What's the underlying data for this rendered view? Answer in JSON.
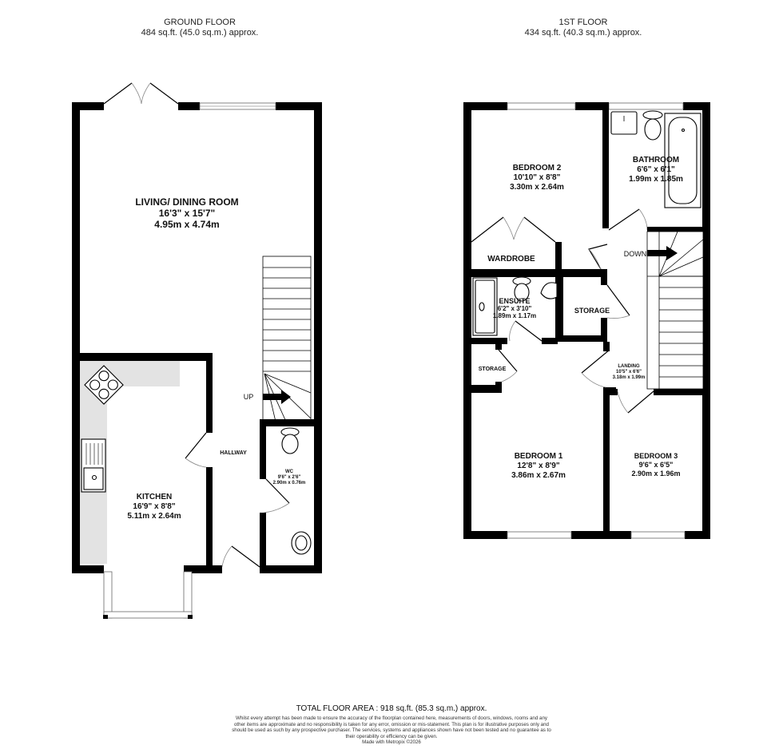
{
  "ground_floor": {
    "title": "GROUND FLOOR",
    "area": "484 sq.ft. (45.0 sq.m.) approx.",
    "rooms": [
      {
        "name": "LIVING/ DINING ROOM",
        "imperial": "16'3\"  x 15'7\"",
        "metric": "4.95m  x 4.74m"
      },
      {
        "name": "KITCHEN",
        "imperial": "16'9\"  x 8'8\"",
        "metric": "5.11m  x 2.64m"
      },
      {
        "name": "WC",
        "imperial": "9'6\"  x 2'6\"",
        "metric": "2.90m  x 0.76m"
      },
      {
        "name": "HALLWAY"
      }
    ],
    "stairs_label": "UP"
  },
  "first_floor": {
    "title": "1ST FLOOR",
    "area": "434 sq.ft. (40.3 sq.m.) approx.",
    "rooms": [
      {
        "name": "BEDROOM 2",
        "imperial": "10'10\"  x 8'8\"",
        "metric": "3.30m  x 2.64m"
      },
      {
        "name": "BATHROOM",
        "imperial": "6'6\"  x 6'1\"",
        "metric": "1.99m  x 1.85m"
      },
      {
        "name": "WARDROBE"
      },
      {
        "name": "ENSUITE",
        "imperial": "6'2\"  x 3'10\"",
        "metric": "1.89m  x 1.17m"
      },
      {
        "name": "STORAGE"
      },
      {
        "name": "STORAGE"
      },
      {
        "name": "LANDING",
        "imperial": "10'5\"  x 6'6\"",
        "metric": "3.18m  x 1.99m"
      },
      {
        "name": "BEDROOM 1",
        "imperial": "12'8\"  x 8'9\"",
        "metric": "3.86m  x 2.67m"
      },
      {
        "name": "BEDROOM 3",
        "imperial": "9'6\"  x 6'5\"",
        "metric": "2.90m  x 1.96m"
      }
    ],
    "stairs_label": "DOWN"
  },
  "footer": {
    "total": "TOTAL FLOOR AREA : 918 sq.ft. (85.3 sq.m.) approx.",
    "disclaimer": "Whilst every attempt has been made to ensure the accuracy of the floorplan contained here, measurements of doors, windows, rooms and any other items are approximate and no responsibility is taken for any error, omission or mis-statement. This plan is for illustrative purposes only and should be used as such by any prospective purchaser. The services, systems and appliances shown have not been tested and no guarantee as to their operability or efficiency can be given.",
    "credit": "Made with Metropix ©2026"
  },
  "colors": {
    "wall": "#000000",
    "counter": "#e3e3e3",
    "background": "#ffffff"
  }
}
